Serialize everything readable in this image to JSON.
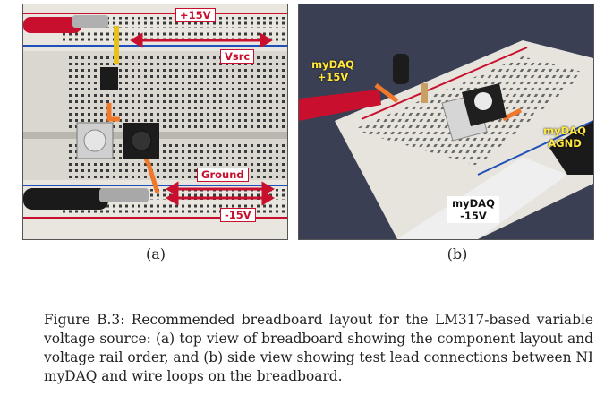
{
  "figure": {
    "panel_a": {
      "labels": {
        "plus15": "+15V",
        "vsrc": "Vsrc",
        "ground": "Ground",
        "minus15": "-15V"
      },
      "sublabel": "(a)"
    },
    "panel_b": {
      "labels": {
        "mydaq_plus15": "myDAQ\n+15V",
        "mydaq_agnd": "myDAQ\nAGND",
        "mydaq_minus15": "myDAQ\n-15V"
      },
      "sublabel": "(b)"
    },
    "caption": "Figure B.3: Recommended breadboard layout for the LM317-based variable voltage source: (a) top view of breadboard showing the component layout and voltage rail order, and (b) side view showing test lead connections between NI myDAQ and wire loops on the breadboard."
  },
  "colors": {
    "rail_red": "#c8102e",
    "rail_blue": "#1f4fb8",
    "label_yellow": "#ffe83a",
    "wire_orange": "#f0782a"
  }
}
